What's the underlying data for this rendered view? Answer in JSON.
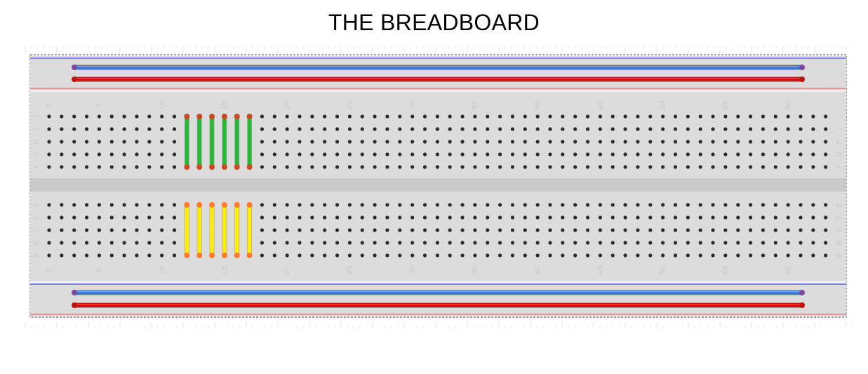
{
  "title": "THE BREADBOARD",
  "breadboard": {
    "column_count": 63,
    "column_number_labels": [
      "1",
      "5",
      "10",
      "15",
      "20",
      "25",
      "30",
      "35",
      "40",
      "45",
      "50",
      "55",
      "60"
    ],
    "top_bank_rows": [
      "J",
      "I",
      "H",
      "G",
      "F"
    ],
    "bottom_bank_rows": [
      "E",
      "D",
      "C",
      "B",
      "A"
    ],
    "colors": {
      "board": "#dcdcdc",
      "hole": "#2a2a2a",
      "power_blue": "#3a7bd5",
      "power_red": "#d01010",
      "rail_line_blue": "#2a2aff",
      "rail_line_red": "#e05050",
      "jumper_green": "#22bb33",
      "jumper_yellow": "#ffee00",
      "jumper_end_green": "#c84a20",
      "jumper_end_yellow": "#ff7a2a"
    },
    "power_wires": [
      {
        "name": "top-blue-rail-wire",
        "color": "power_blue"
      },
      {
        "name": "top-red-rail-wire",
        "color": "power_red"
      },
      {
        "name": "bottom-blue-rail-wire",
        "color": "power_blue"
      },
      {
        "name": "bottom-red-rail-wire",
        "color": "power_red"
      }
    ],
    "green_jumpers": {
      "columns": [
        12,
        13,
        14,
        15,
        16,
        17
      ],
      "from_row": "J",
      "to_row": "F"
    },
    "yellow_jumpers": {
      "columns": [
        12,
        13,
        14,
        15,
        16,
        17
      ],
      "from_row": "E",
      "to_row": "A"
    }
  }
}
